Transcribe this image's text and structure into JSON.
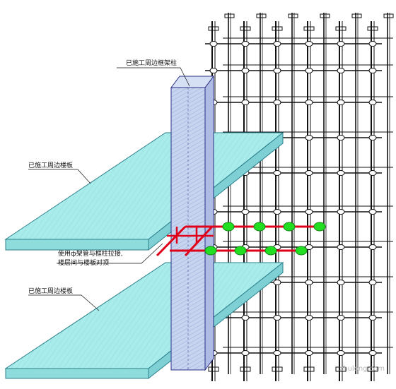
{
  "labels": {
    "column": "已施工周边框架柱",
    "slab_upper": "已施工周边楼板",
    "slab_lower": "已施工周边楼板",
    "tie_line1": "使用ф架管与框柱拉接,",
    "tie_line2": "楼层间与楼板对顶"
  },
  "watermark": "zhulong.com",
  "colors": {
    "slab_fill": "#a9ecec",
    "slab_edge": "#2a7f8a",
    "column_fill": "#c6d4ef",
    "column_edge": "#2a2f85",
    "scaffold": "#111111",
    "tie_pipe": "#e0001a",
    "coupler": "#22dd22"
  }
}
